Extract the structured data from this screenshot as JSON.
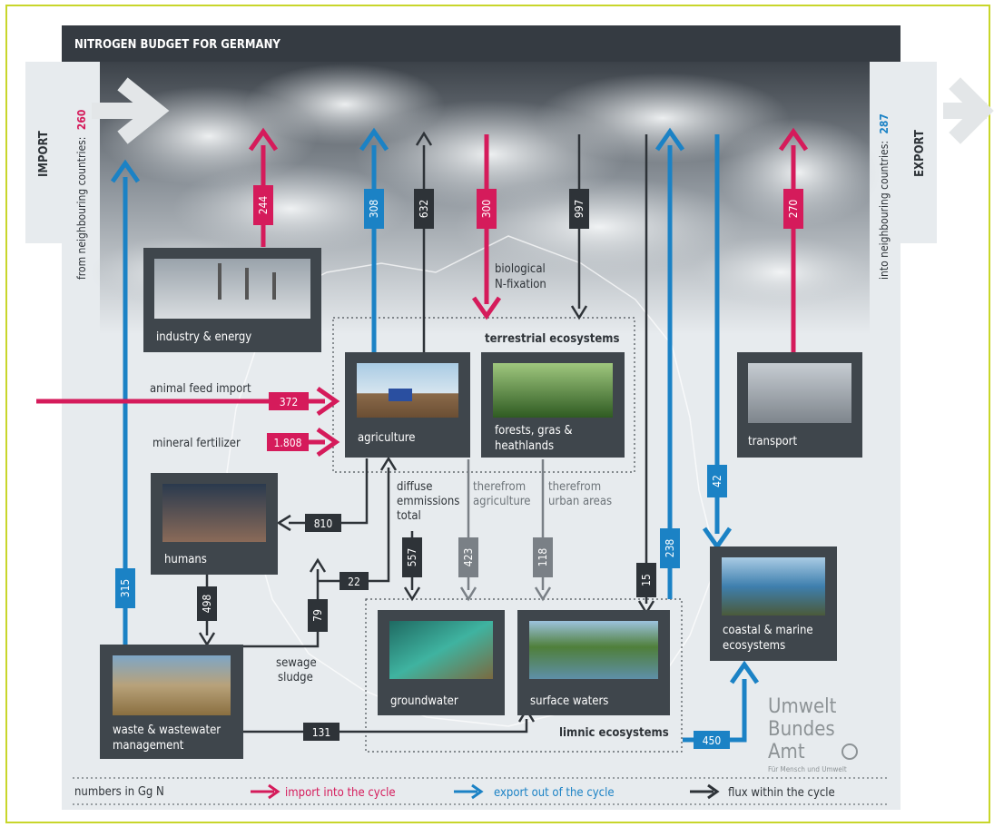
{
  "title": "NITROGEN BUDGET FOR GERMANY",
  "side": {
    "import_label": "IMPORT",
    "import_text": "from neighbouring countries:",
    "import_value": "260",
    "export_label": "EXPORT",
    "export_text": "into neighbouring countries:",
    "export_value": "287"
  },
  "boxes": {
    "industry": "industry & energy",
    "agriculture": "agriculture",
    "forests_1": "forests, gras &",
    "forests_2": "heathlands",
    "transport": "transport",
    "humans": "humans",
    "waste_1": "waste & wastewater",
    "waste_2": "management",
    "groundwater": "groundwater",
    "surface": "surface waters",
    "coastal_1": "coastal & marine",
    "coastal_2": "ecosystems"
  },
  "labels": {
    "biological_1": "biological",
    "biological_2": "N-fixation",
    "terrestrial": "terrestrial ecosystems",
    "limnic": "limnic ecosystems",
    "animal_feed": "animal feed import",
    "mineral": "mineral fertilizer",
    "diffuse_1": "diffuse",
    "diffuse_2": "emmissions",
    "diffuse_3": "total",
    "therefrom_agri_1": "therefrom",
    "therefrom_agri_2": "agriculture",
    "therefrom_urban_1": "therefrom",
    "therefrom_urban_2": "urban areas",
    "sewage_1": "sewage",
    "sewage_2": "sludge"
  },
  "values": {
    "industry_emission": "244",
    "agri_emission_blue": "308",
    "agri_emission_dark": "632",
    "bio_fixation": "300",
    "deposition": "997",
    "transport_emission": "270",
    "animal_feed": "372",
    "mineral_fertilizer": "1.808",
    "to_humans": "810",
    "diffuse_total": "557",
    "therefrom_agri": "423",
    "therefrom_urban": "118",
    "humans_to_waste": "498",
    "sewage_79": "79",
    "sewage_22": "22",
    "waste_export": "315",
    "deposition_limnic": "15",
    "limnic_export": "238",
    "coastal_input": "42",
    "waste_to_surface": "131",
    "limnic_to_coastal": "450"
  },
  "logo": {
    "line1": "Umwelt",
    "line2": "Bundes",
    "line3": "Amt",
    "tagline": "Für Mensch und Umwelt"
  },
  "legend": {
    "units": "numbers in Gg N",
    "import": "import into the cycle",
    "export": "export out of the cycle",
    "flux": "flux within the cycle"
  },
  "colors": {
    "import": "#d51b5b",
    "export": "#1b82c5",
    "flux": "#2e3338",
    "frame": "#c8d62b"
  }
}
